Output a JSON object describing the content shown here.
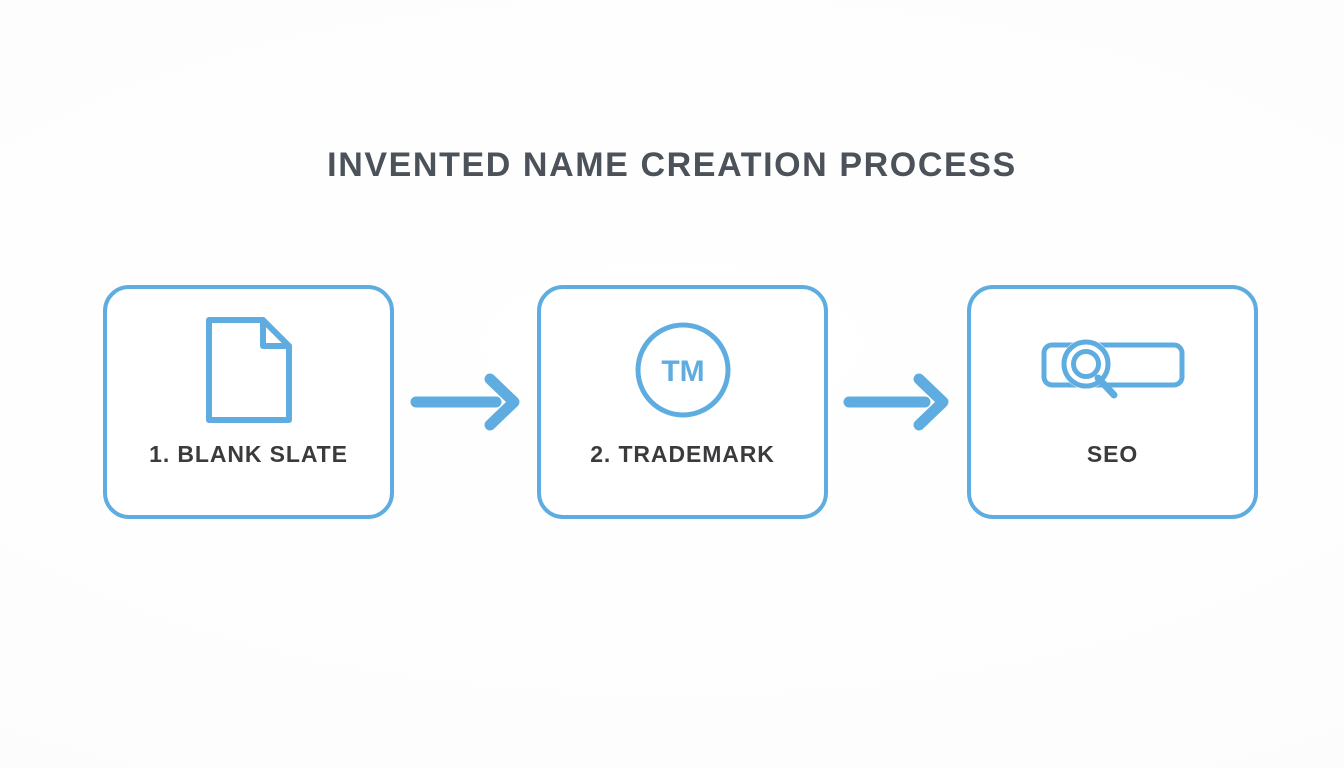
{
  "diagram": {
    "title": "INVENTED NAME CREATION PROCESS",
    "type": "horizontal-process-flow",
    "step_count": 3,
    "colors": {
      "accent_blue": "#5FADE0",
      "title_text": "#4C5259",
      "label_text": "#3B3B3D",
      "background": "#FDFDFD",
      "card_fill": "#FFFFFF"
    },
    "steps": [
      {
        "label": "1. BLANK SLATE",
        "icon": "document-page-icon",
        "icon_description": "blank document sheet with folded top-right corner"
      },
      {
        "label": "2. TRADEMARK",
        "icon": "trademark-circle-icon",
        "icon_description": "circle outline containing the letters TM",
        "icon_text": "TM"
      },
      {
        "label": "SEO",
        "icon": "search-bar-magnifier-icon",
        "icon_description": "search input bar overlapped by a magnifying glass"
      }
    ],
    "connectors": [
      {
        "name": "arrow-step1-to-step2",
        "glyph": "right-arrow-icon"
      },
      {
        "name": "arrow-step2-to-step3",
        "glyph": "right-arrow-icon"
      }
    ]
  }
}
